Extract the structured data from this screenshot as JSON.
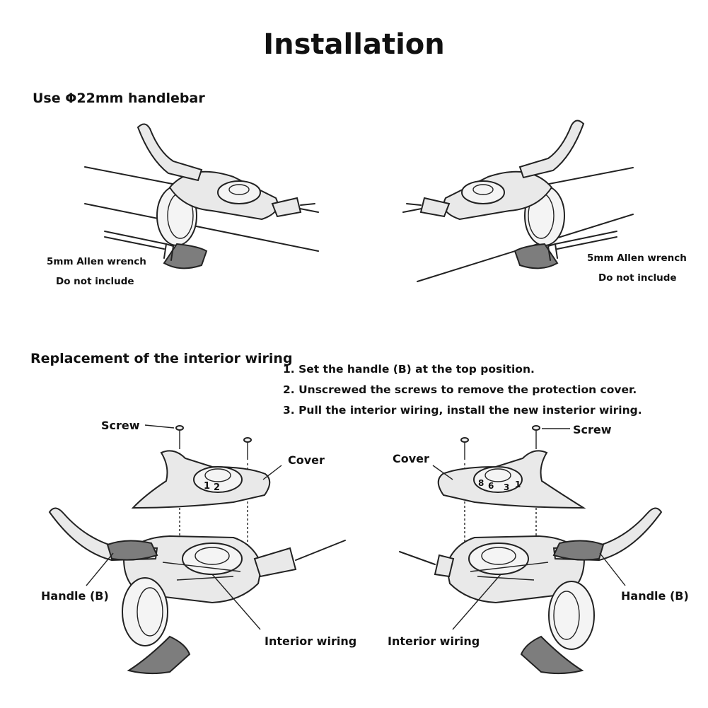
{
  "title": "Installation",
  "top": {
    "heading": "Use Φ22mm handlebar",
    "left_note": [
      "5mm Allen wrench",
      "Do not include"
    ],
    "right_note": [
      "5mm Allen wrench",
      "Do not include"
    ]
  },
  "bottom": {
    "heading": "Replacement of the interior wiring",
    "steps": [
      "1. Set the handle (B) at the top position.",
      "2. Unscrewed the screws to remove the protection cover.",
      "3. Pull the interior wiring, install the new insterior wiring."
    ],
    "left": {
      "screw": "Screw",
      "cover": "Cover",
      "handle": "Handle (B)",
      "wiring": "Interior wiring",
      "dial": [
        "1",
        "2"
      ]
    },
    "right": {
      "screw": "Screw",
      "cover": "Cover",
      "handle": "Handle (B)",
      "wiring": "Interior wiring",
      "dial": [
        "8",
        "6",
        "3",
        "1"
      ]
    }
  }
}
